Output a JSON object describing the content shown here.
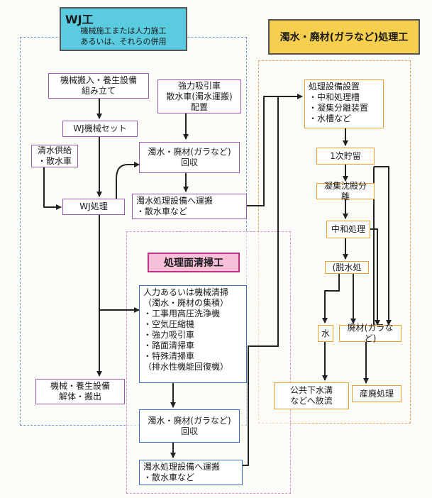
{
  "wj": {
    "title": "WJ工",
    "subtitle": "機械施工または人力施工\nあるいは、それらの併用",
    "setup": "機械搬入・養生設備\n組み立て",
    "suction_truck": "強力吸引車\n散水車(濁水運搬)\n配置",
    "machine_set": "WJ機械セット",
    "water_supply": "清水供給\n・散水車",
    "collect": "濁水・廃材(ガラなど)\n回収",
    "wj_process": "WJ処理",
    "transport": "濁水処理設備へ運搬\n・散水車など",
    "dismantle": "機械・養生設備\n解体・搬出"
  },
  "treatment": {
    "title": "濁水・廃材(ガラなど)処理工",
    "facility": "処理設備設置\n・中和処理槽\n・凝集分離装置\n・水槽など",
    "storage": "1次貯留",
    "coagulation": "凝集沈殿分離",
    "neutralize": "中和処理",
    "dewater": "(脱水処",
    "water": "水",
    "waste": "廃材(ガラなど)",
    "discharge": "公共下水溝\nなどへ放流",
    "industrial": "産廃処理"
  },
  "cleaning": {
    "title": "処理面清掃工",
    "method": "人力あるいは機械清掃\n（濁水・廃材の集積）\n・工事用高圧洗浄機\n・空気圧縮機\n・強力吸引車\n・路面清掃車\n・特殊清掃車\n（排水性機能回復機）",
    "collect": "濁水・廃材(ガラなど)\n回収",
    "transport": "濁水処理設備へ運搬\n・散水車など"
  }
}
